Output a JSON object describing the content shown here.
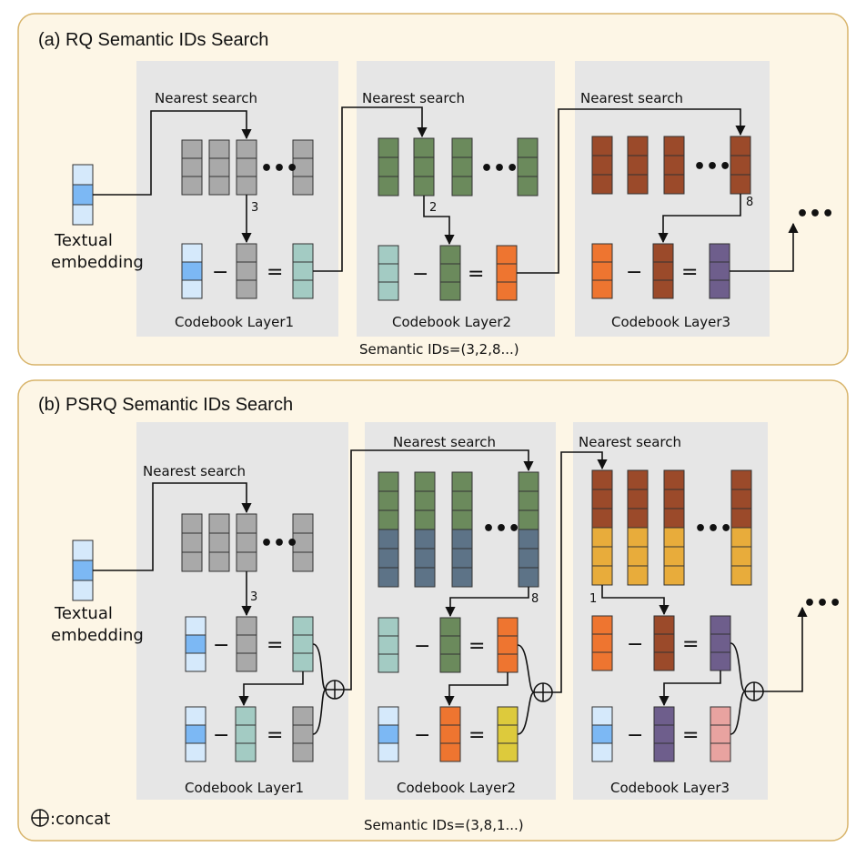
{
  "panel_a": {
    "title": "(a) RQ Semantic IDs Search",
    "input_label_1": "Textual",
    "input_label_2": "embedding",
    "layers": [
      {
        "label": "Codebook Layer1",
        "search_label": "Nearest search",
        "selected_index": "3"
      },
      {
        "label": "Codebook Layer2",
        "search_label": "Nearest search",
        "selected_index": "2"
      },
      {
        "label": "Codebook Layer3",
        "search_label": "Nearest search",
        "selected_index": "8"
      }
    ],
    "semantic_ids": "Semantic IDs=(3,2,8...)",
    "ellipsis": "•••",
    "minus": "−",
    "equals": "="
  },
  "panel_b": {
    "title": "(b) PSRQ Semantic IDs Search",
    "input_label_1": "Textual",
    "input_label_2": "embedding",
    "layers": [
      {
        "label": "Codebook Layer1",
        "search_label": "Nearest search",
        "selected_index": "3"
      },
      {
        "label": "Codebook Layer2",
        "search_label": "Nearest search",
        "selected_index": "8"
      },
      {
        "label": "Codebook Layer3",
        "search_label": "Nearest search",
        "selected_index": "1"
      }
    ],
    "semantic_ids": "Semantic IDs=(3,8,1...)",
    "concat_legend": ":concat",
    "ellipsis": "•••",
    "minus": "−",
    "equals": "="
  },
  "colors": {
    "panel_bg": "#fdf6e6",
    "panel_border": "#d8b46a",
    "layer_bg": "#e6e6e6",
    "blue": "#7cb8f4",
    "blue_light": "#d5e9fb",
    "gray": "#a9a9a9",
    "teal": "#a3cbc3",
    "green": "#6b8a5c",
    "orange": "#ee7530",
    "brown": "#9b4a2a",
    "purple": "#6e5e8c",
    "slate": "#5d7387",
    "gold": "#e8ac3b",
    "yellow": "#ddca3c",
    "pink": "#e8a3a0"
  }
}
